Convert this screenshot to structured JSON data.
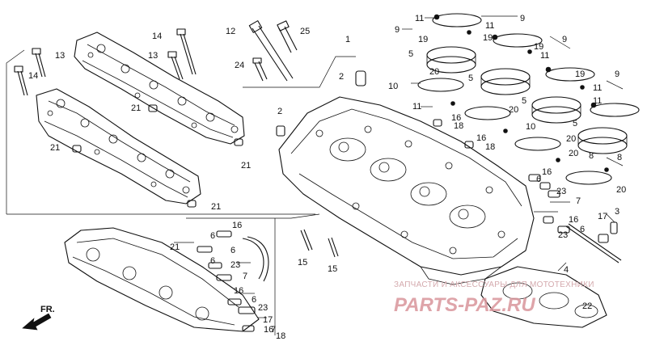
{
  "diagram": {
    "front_indicator": "FR.",
    "watermark": {
      "line": "ЗАПЧАСТИ И АКСЕССУАРЫ ДЛЯ МОТОТЕХНИКИ",
      "logo": "PARTS-PAZ.RU"
    },
    "labels": {
      "l1": "1",
      "l2a": "2",
      "l2b": "2",
      "l4": "4",
      "l5a": "5",
      "l5b": "5",
      "l5c": "5",
      "l5d": "5",
      "l6a": "6",
      "l6b": "6",
      "l6c": "6",
      "l6d": "6",
      "l6e": "6",
      "l6f": "6",
      "l7a": "7",
      "l7b": "7",
      "l7c": "7",
      "l8a": "8",
      "l8b": "8",
      "l9a": "9",
      "l9b": "9",
      "l9c": "9",
      "l9d": "9",
      "l10a": "10",
      "l10b": "10",
      "l11a": "11",
      "l11b": "11",
      "l11c": "11",
      "l11d": "11",
      "l11e": "11",
      "l11f": "11",
      "l12": "12",
      "l13a": "13",
      "l13b": "13",
      "l14a": "14",
      "l14b": "14",
      "l15a": "15",
      "l15b": "15",
      "l16a": "16",
      "l16b": "16",
      "l16c": "16",
      "l16d": "16",
      "l16e": "16",
      "l16f": "16",
      "l16g": "16",
      "l17a": "17",
      "l17b": "17",
      "l18a": "18",
      "l18b": "18",
      "l18c": "18",
      "l19a": "19",
      "l19b": "19",
      "l19c": "19",
      "l19d": "19",
      "l20a": "20",
      "l20b": "20",
      "l20c": "20",
      "l20d": "20",
      "l20e": "20",
      "l21a": "21",
      "l21b": "21",
      "l21c": "21",
      "l21d": "21",
      "l21e": "21",
      "l22": "22",
      "l23a": "23",
      "l23b": "23",
      "l23c": "23",
      "l23d": "23",
      "l24": "24",
      "l25": "25",
      "l3": "3"
    }
  }
}
